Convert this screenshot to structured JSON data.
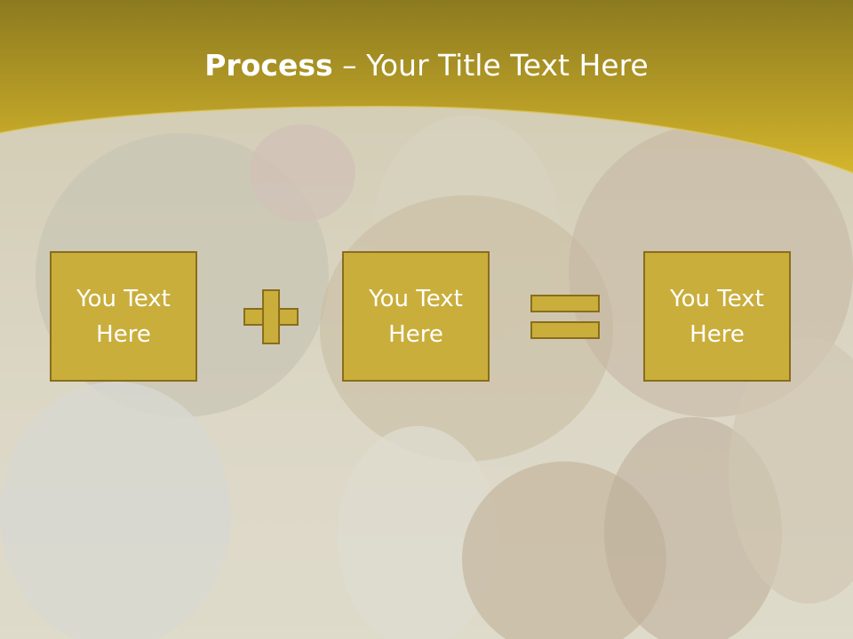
{
  "slide": {
    "title_bold": "Process",
    "title_rest": " – Your Title Text Here",
    "boxes": [
      {
        "label": "You Text Here"
      },
      {
        "label": "You Text Here"
      },
      {
        "label": "You Text Here"
      }
    ]
  },
  "colors": {
    "banner_top": "#8c7a1f",
    "banner_bottom": "#d4b52c",
    "box_fill": "#c9ae3c",
    "box_border": "#8a6d1a",
    "text": "#ffffff"
  },
  "icons": [
    "plus-icon",
    "equals-icon"
  ]
}
